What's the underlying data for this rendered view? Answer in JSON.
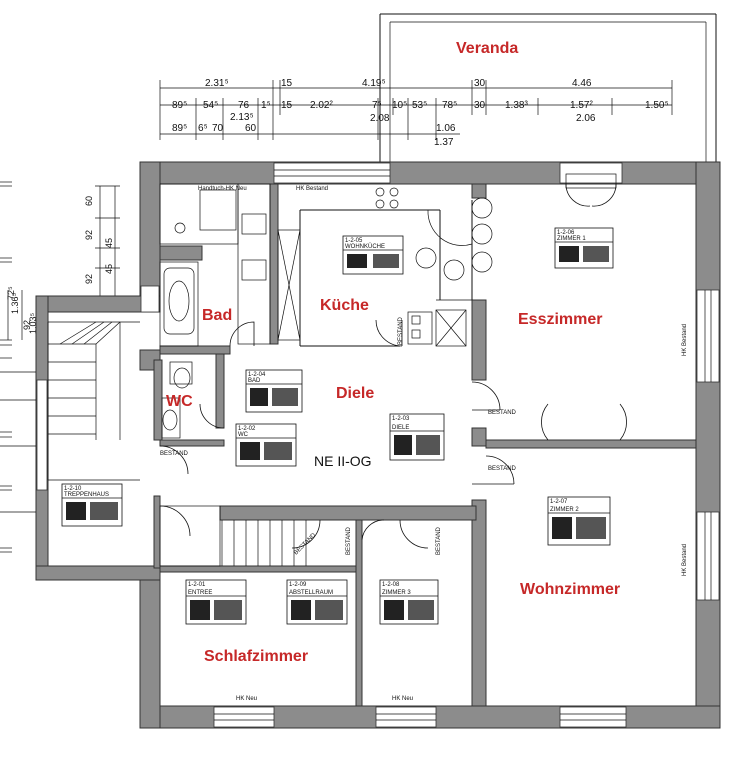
{
  "rooms": {
    "veranda": "Veranda",
    "kueche": "Küche",
    "esszimmer": "Esszimmer",
    "bad": "Bad",
    "diele": "Diele",
    "wc": "WC",
    "wohnzimmer": "Wohnzimmer",
    "schlafzimmer": "Schlafzimmer"
  },
  "level": "NE II-OG",
  "dimensions": {
    "row1": [
      "2.31⁵",
      "15",
      "4.19⁵",
      "30",
      "4.46"
    ],
    "row2": [
      "89⁵",
      "54⁵",
      "76",
      "1⁵",
      "15",
      "2.02²",
      "7⁵",
      "10⁵",
      "53⁵",
      "78⁵",
      "30",
      "1.38³",
      "1.57²",
      "1.50⁵"
    ],
    "row2b": [
      "2.13⁵",
      "2.08",
      "2.06"
    ],
    "row3": [
      "89⁵",
      "6⁵",
      "70",
      "60",
      "1.06",
      "1.37"
    ],
    "vertical": [
      "60",
      "92",
      "45",
      "92",
      "45",
      "92",
      "1.36⁵",
      "72⁵",
      "1.03⁵"
    ]
  },
  "room_tags": [
    {
      "id": "1-2-05",
      "name": "WOHNKÜCHE"
    },
    {
      "id": "1-2-06",
      "name": "ZIMMER 1"
    },
    {
      "id": "1-2-04",
      "name": "BAD"
    },
    {
      "id": "1-2-02",
      "name": "WC"
    },
    {
      "id": "1-2-03",
      "name": "DIELE"
    },
    {
      "id": "1-2-10",
      "name": "TREPPENHAUS"
    },
    {
      "id": "1-2-07",
      "name": "ZIMMER 2"
    },
    {
      "id": "1-2-01",
      "name": "ENTREE"
    },
    {
      "id": "1-2-09",
      "name": "ABSTELLRAUM"
    },
    {
      "id": "1-2-08",
      "name": "ZIMMER 3"
    }
  ],
  "annotations": {
    "bestand": "BESTAND",
    "hk_bestand": "HK Bestand",
    "hk_neu": "HK Neu",
    "handtuch": "Handtuch-HK Neu"
  }
}
